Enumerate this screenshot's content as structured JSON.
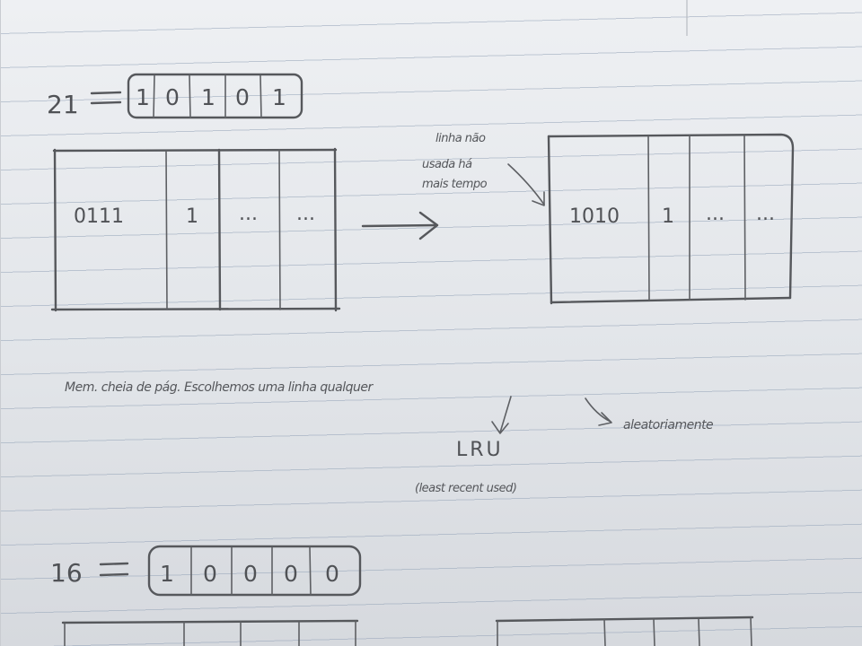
{
  "bits_21": {
    "number": "21",
    "bits": [
      "1",
      "0",
      "1",
      "0",
      "1"
    ]
  },
  "bits_16": {
    "number": "16",
    "bits": [
      "1",
      "0",
      "0",
      "0",
      "0"
    ]
  },
  "table_before": {
    "cells": [
      "0111",
      "1",
      "...",
      "..."
    ]
  },
  "table_after": {
    "cells": [
      "1010",
      "1",
      "...",
      "..."
    ]
  },
  "notes": {
    "arrow_note_line1": "linha não",
    "arrow_note_line2": "usada há",
    "arrow_note_line3": "mais tempo",
    "main_note": "Mem. cheia de pág. Escolhemos uma linha qualquer",
    "branch_right": "aleatoriamente",
    "lru": "LRU",
    "lru_expansion": "(least recent used)"
  }
}
